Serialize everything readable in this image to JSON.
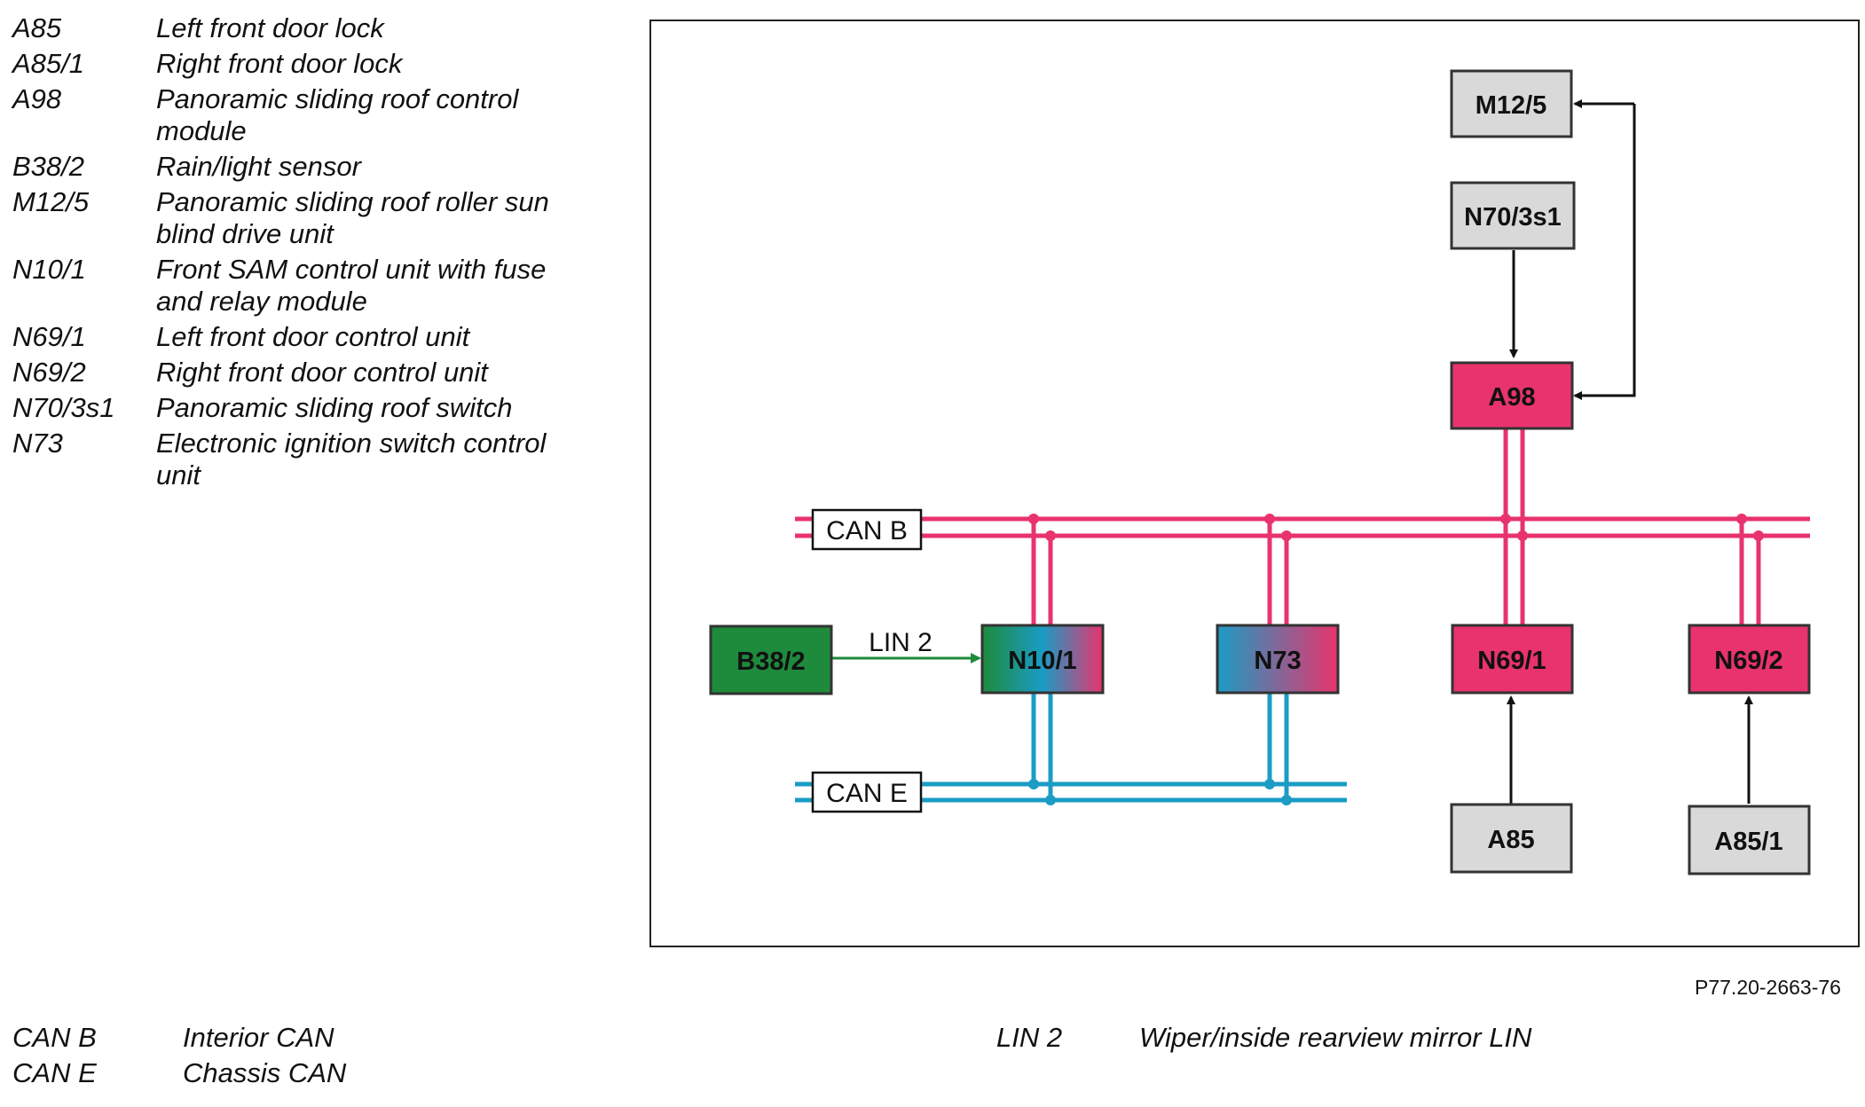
{
  "legend": [
    {
      "code": "A85",
      "desc": "Left front door lock"
    },
    {
      "code": "A85/1",
      "desc": "Right front door lock"
    },
    {
      "code": "A98",
      "desc": "Panoramic sliding roof control module"
    },
    {
      "code": "B38/2",
      "desc": "Rain/light sensor"
    },
    {
      "code": "M12/5",
      "desc": "Panoramic sliding roof roller sun blind drive unit"
    },
    {
      "code": "N10/1",
      "desc": "Front SAM control unit with fuse and relay module"
    },
    {
      "code": "N69/1",
      "desc": "Left front door control unit"
    },
    {
      "code": "N69/2",
      "desc": "Right front door control unit"
    },
    {
      "code": "N70/3s1",
      "desc": "Panoramic sliding roof switch"
    },
    {
      "code": "N73",
      "desc": "Electronic ignition switch control unit"
    }
  ],
  "bus_legend_left": [
    {
      "code": "CAN B",
      "desc": "Interior CAN"
    },
    {
      "code": "CAN E",
      "desc": "Chassis CAN"
    }
  ],
  "bus_legend_right": [
    {
      "code": "LIN 2",
      "desc": "Wiper/inside rearview mirror LIN"
    }
  ],
  "diagram": {
    "nodes": {
      "m12_5": "M12/5",
      "n70_3s1": "N70/3s1",
      "a98": "A98",
      "b38_2": "B38/2",
      "n10_1": "N10/1",
      "n73": "N73",
      "n69_1": "N69/1",
      "n69_2": "N69/2",
      "a85": "A85",
      "a85_1": "A85/1"
    },
    "buses": {
      "can_b": "CAN B",
      "can_e": "CAN E",
      "lin2": "LIN 2"
    },
    "colors": {
      "can_b": "#e8336d",
      "can_e": "#1a9cc4",
      "lin": "#1e8a3c",
      "grey_node": "#d9d9d9",
      "pink_node": "#e8336d",
      "green_node": "#1e8a3c"
    }
  },
  "figure_ref": "P77.20-2663-76"
}
